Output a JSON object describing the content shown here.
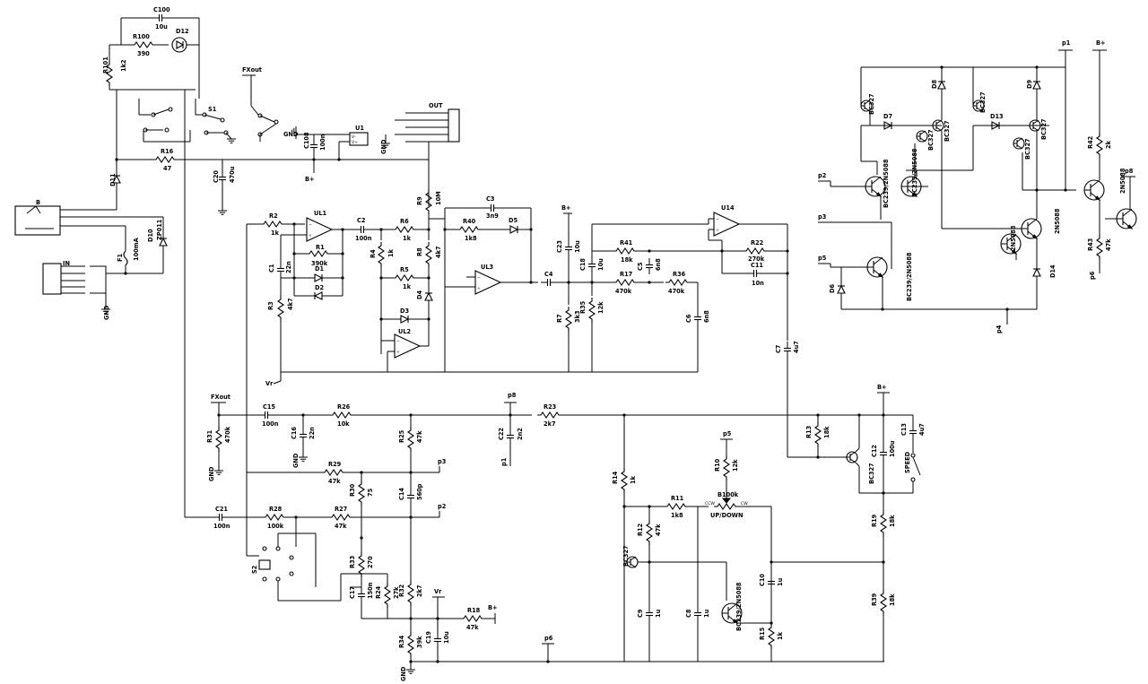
{
  "labels": {
    "b": "B",
    "in": "IN",
    "out": "OUT",
    "f1": "F1",
    "f1_v": "100mA",
    "d10": "D10",
    "d10_v": "ZP011",
    "d11": "D11",
    "d12": "D12",
    "c100": "C100",
    "c100_v": "10u",
    "r100": "R100",
    "r100_v": "390",
    "r101": "R101",
    "r101_v": "1k2",
    "fxout_top": "FXout",
    "s1": "S1",
    "r16": "R16",
    "r16_v": "47",
    "c20": "C20",
    "c20_v": "470u",
    "u1": "U1",
    "u1_vm": "V-",
    "u1_vp": "V+",
    "c108": "C108",
    "c108_v": "100n",
    "gnd": "GND",
    "bplus": "B+",
    "r2": "R2",
    "r2_v": "1k",
    "ul1": "UL1",
    "r1": "R1",
    "r1_v": "390k",
    "d1": "D1",
    "d2": "D2",
    "c1": "C1",
    "c1_v": "22n",
    "r3": "R3",
    "r3_v": "4k7",
    "c2": "C2",
    "c2_v": "100n",
    "r6": "R6",
    "r6_v": "1k",
    "r4": "R4",
    "r4_v": "1k",
    "r8": "R8",
    "r8_v": "4k7",
    "r5": "R5",
    "r5_v": "1k",
    "d3": "D3",
    "d4": "D4",
    "ul2": "UL2",
    "r9": "R9",
    "r9_v": "10M",
    "c3": "C3",
    "c3_v": "3n9",
    "r40": "R40",
    "r40_v": "1k8",
    "d5": "D5",
    "ul3": "UL3",
    "c4": "C4",
    "c23": "C23",
    "c23_v": "10u",
    "c18": "C18",
    "c18_v": "10u",
    "r41": "R41",
    "r41_v": "18k",
    "r17": "R17",
    "r17_v": "470k",
    "c5": "C5",
    "c5_v": "6n8",
    "r36": "R36",
    "r36_v": "470k",
    "r7": "R7",
    "r7_v": "3k3",
    "r35": "R35",
    "r35_v": "12k",
    "c6": "C6",
    "c6_v": "6n8",
    "u14": "U14",
    "r22": "R22",
    "r22_v": "270k",
    "c11": "C11",
    "c11_v": "10n",
    "c7": "C7",
    "c7_v": "4u7",
    "vr": "Vr",
    "fxout": "FXout",
    "c15": "C15",
    "c15_v": "100n",
    "r31": "R31",
    "r31_v": "470k",
    "c16": "C16",
    "c16_v": "22n",
    "r26": "R26",
    "r26_v": "10k",
    "r25": "R25",
    "r25_v": "47k",
    "p8": "p8",
    "c22": "C22",
    "c22_v": "2n2",
    "p1": "p1",
    "r23": "R23",
    "r23_v": "2k7",
    "r29": "R29",
    "r29_v": "47k",
    "p3": "p3",
    "r30": "R30",
    "r30_v": "75",
    "c14": "C14",
    "c14_v": "560p",
    "c21": "C21",
    "c21_v": "100n",
    "r28": "R28",
    "r28_v": "100k",
    "r27": "R27",
    "r27_v": "47k",
    "p2": "p2",
    "s2": "S2",
    "r33": "R33",
    "r33_v": "270",
    "c17": "C17",
    "c17_v": "150n",
    "r24": "R24",
    "r24_v": "27k",
    "r32": "R32",
    "r32_v": "2k7",
    "r18": "R18",
    "r18_v": "47k",
    "r34": "R34",
    "r34_v": "39k",
    "c19": "C19",
    "c19_v": "10u",
    "p6": "p6",
    "r14": "R14",
    "r14_v": "1k",
    "p5": "p5",
    "r10": "R10",
    "r10_v": "12k",
    "r11": "R11",
    "r11_v": "1k8",
    "b100": "B100k",
    "updown": "UP/DOWN",
    "ccw": "CCW",
    "cw": "CW",
    "r12": "R12",
    "r12_v": "47k",
    "bc327": "BC327",
    "c9": "C9",
    "c9_v": "1u",
    "c8": "C8",
    "c8_v": "1u",
    "bc239": "BC239/2N5088",
    "c10": "C10",
    "c10_v": "1u",
    "r15": "R15",
    "r15_v": "1k",
    "r13": "R13",
    "r13_v": "18k",
    "c12": "C12",
    "c12_v": "100u",
    "c13": "C13",
    "c13_v": "4u7",
    "speed": "SPEED",
    "r19": "R19",
    "r19_v": "18k",
    "r39": "R39",
    "r39_v": "18k",
    "p4": "p4",
    "d6": "D6",
    "d7": "D7",
    "d8": "D8",
    "d9": "D9",
    "d13": "D13",
    "d14": "D14",
    "r42": "R42",
    "r42_v": "2k",
    "r43": "R43",
    "r43_v": "47k",
    "n2n5088": "2N5088"
  }
}
